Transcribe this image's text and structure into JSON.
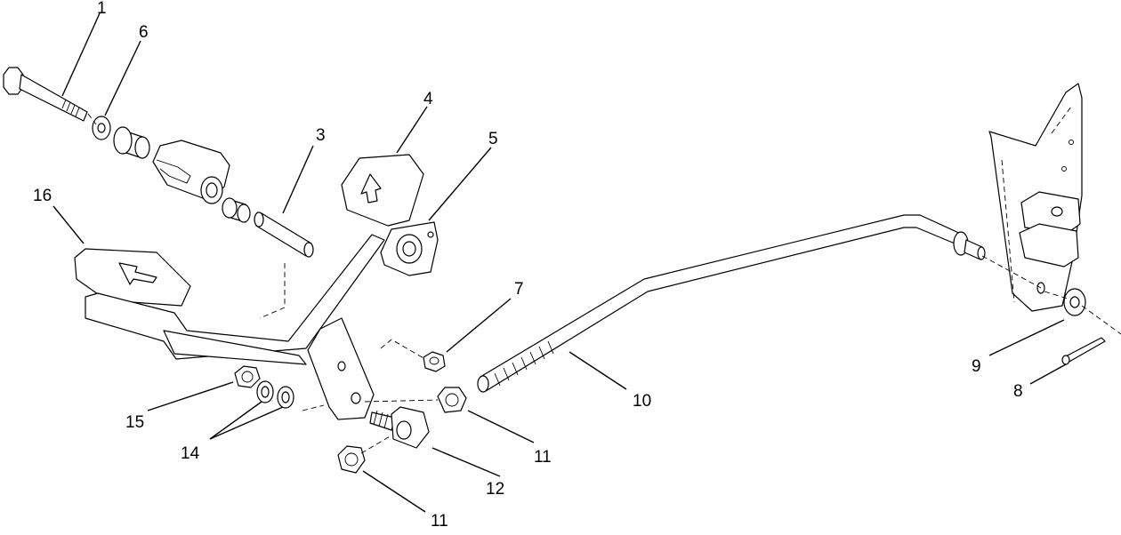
{
  "callouts": {
    "c1": "1",
    "c3": "3",
    "c4": "4",
    "c5": "5",
    "c6": "6",
    "c7": "7",
    "c8": "8",
    "c9": "9",
    "c10": "10",
    "c11a": "11",
    "c11b": "11",
    "c12": "12",
    "c14": "14",
    "c15": "15",
    "c16": "16"
  }
}
